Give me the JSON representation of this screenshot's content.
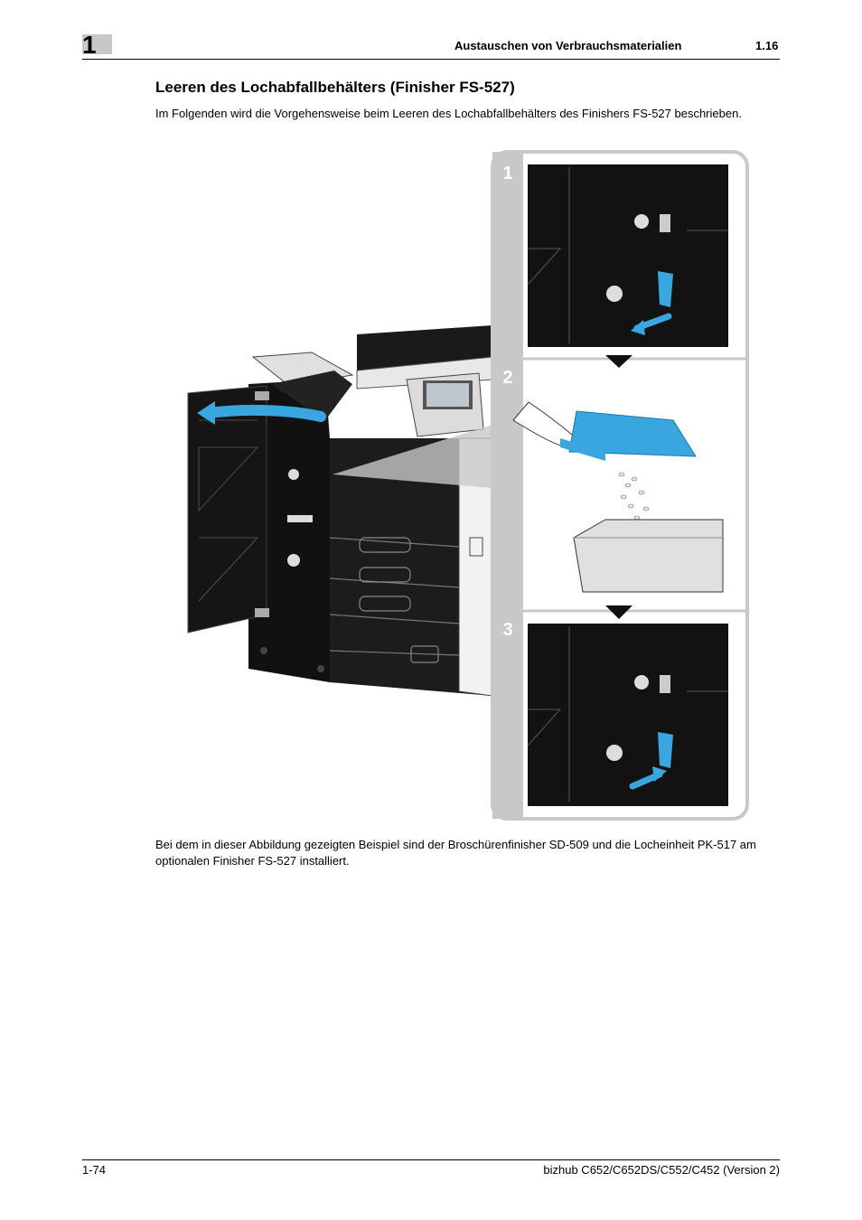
{
  "header": {
    "chapter_number": "1",
    "chapter_title": "Austauschen von Verbrauchsmaterialien",
    "section_number": "1.16"
  },
  "section": {
    "title": "Leeren des Lochabfallbehälters (Finisher FS-527)",
    "intro": "Im Folgenden wird die Vorgehensweise beim Leeren des Lochabfallbehälters des Finishers FS-527 beschrieben."
  },
  "figure": {
    "steps": [
      "1",
      "2",
      "3"
    ],
    "accent_color": "#3aa6e0",
    "step_badge_color": "#c8c8c8"
  },
  "caption": "Bei dem in dieser Abbildung gezeigten Beispiel sind der Broschürenfinisher SD-509 und die Locheinheit PK-517 am optionalen Finisher FS-527 installiert.",
  "footer": {
    "page": "1-74",
    "product": "bizhub C652/C652DS/C552/C452 (Version 2)"
  }
}
